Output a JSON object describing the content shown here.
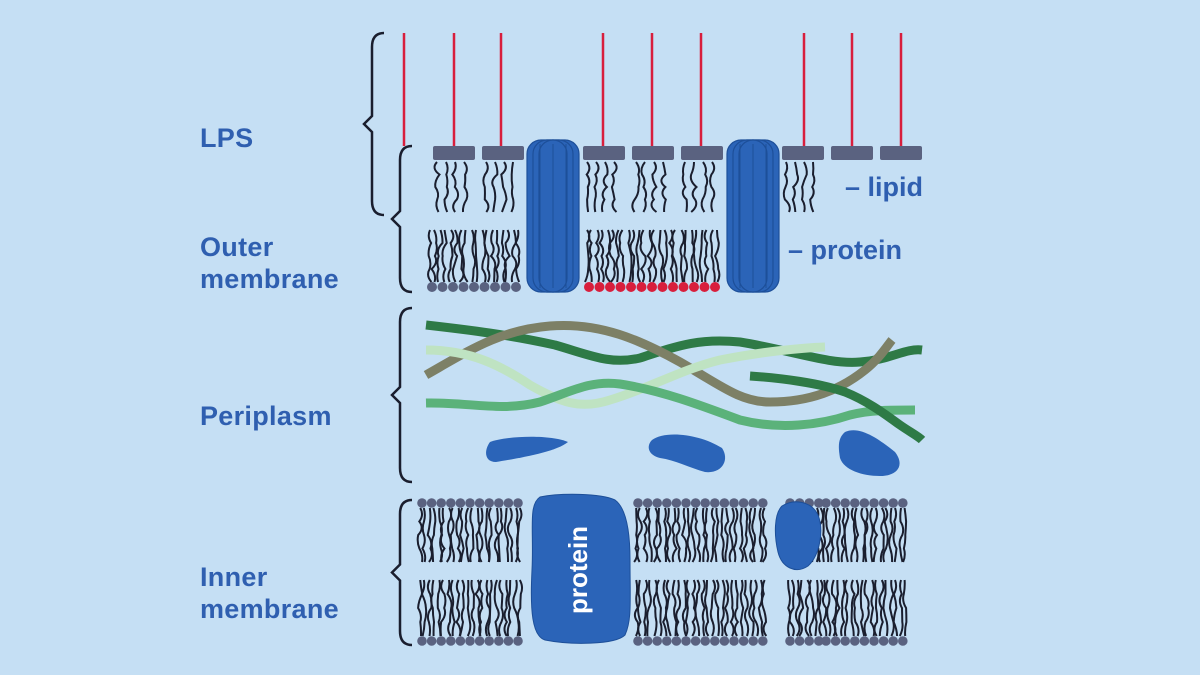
{
  "labels": {
    "lps": "LPS",
    "outer_membrane": "Outer\nmembrane",
    "periplasm": "Periplasm",
    "inner_membrane": "Inner\nmembrane"
  },
  "legend": {
    "lipid": "– lipid",
    "protein": "– protein"
  },
  "protein_label": "protein",
  "colors": {
    "background": "#c5dff4",
    "text": "#2f5fb0",
    "protein": "#2b64b8",
    "lps_chain": "#d81e3c",
    "lipid_head": "#5a6280",
    "lipid_tail": "#1a1e2e",
    "bracket": "#1a1e2e",
    "fiber_dark": "#2e7a46",
    "fiber_olive": "#7d8066",
    "fiber_light": "#bfe3c2",
    "fiber_mid": "#5bb27a"
  }
}
